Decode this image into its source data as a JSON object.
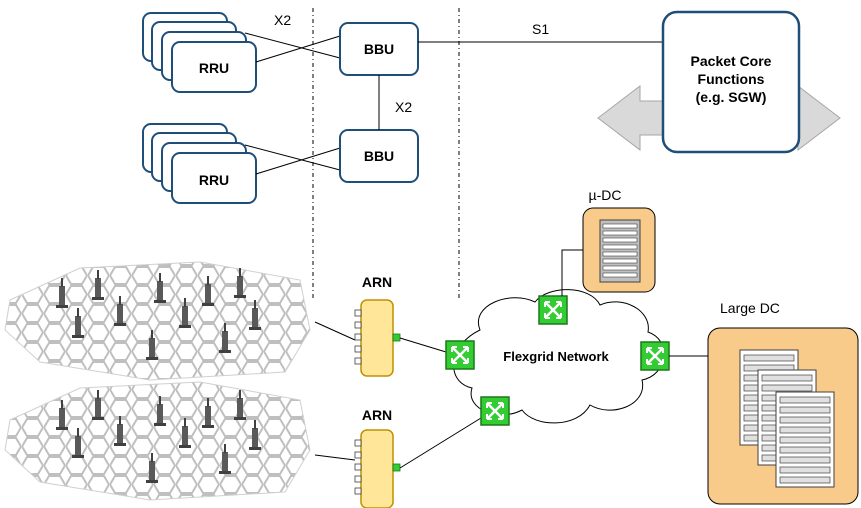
{
  "rru_groups": [
    {
      "label": "RRU"
    },
    {
      "label": "RRU"
    }
  ],
  "bbus": [
    {
      "label": "BBU"
    },
    {
      "label": "BBU"
    }
  ],
  "interfaces": {
    "rru_bbu": "X2",
    "bbu_bbu": "X2",
    "bbu_core": "S1"
  },
  "packet_core": {
    "line1": "Packet Core",
    "line2": "Functions",
    "line3": "(e.g. SGW)"
  },
  "arns": [
    {
      "label": "ARN"
    },
    {
      "label": "ARN"
    }
  ],
  "network": {
    "label": "Flexgrid Network"
  },
  "micro_dc": {
    "label": "µ-DC"
  },
  "large_dc": {
    "label": "Large DC"
  },
  "colors": {
    "box_border": "#1f4e79",
    "arrow_fill": "#d9d9d9",
    "arn_fill": "#ffe699",
    "arn_border": "#bf9000",
    "switch_fill": "#33cc33",
    "switch_border": "#1a7a1a",
    "dc_fill": "#f8cb8a",
    "rack_fill": "#7f7f7f"
  }
}
